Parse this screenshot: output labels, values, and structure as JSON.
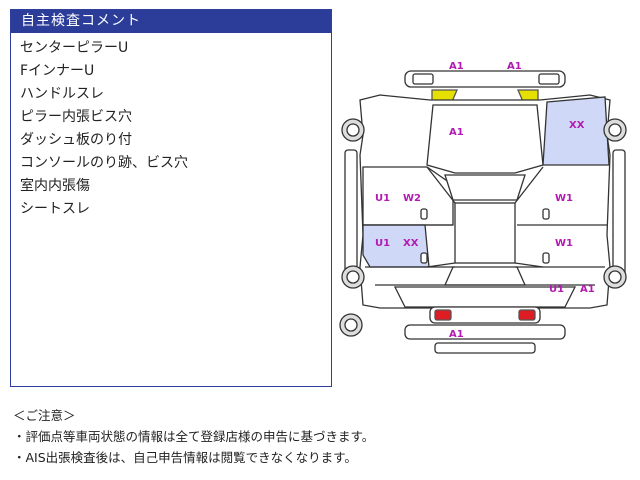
{
  "panel": {
    "title": "自主検査コメント",
    "comments": [
      "センターピラーU",
      "FインナーU",
      "ハンドルスレ",
      "ピラー内張ビス穴",
      "ダッシュ板のり付",
      "コンソールのり跡、ビス穴",
      "室内内張傷",
      "シートスレ"
    ]
  },
  "diagram": {
    "labels": {
      "front_bumper_left": "A1",
      "front_bumper_right": "A1",
      "hood": "A1",
      "front_right_fender": "XX",
      "left_front_door_1": "U1",
      "left_front_door_2": "W2",
      "right_front_door": "W1",
      "left_rear_door_1": "U1",
      "left_rear_door_2": "XX",
      "right_rear_door": "W1",
      "rear_right_1": "U1",
      "rear_right_2": "A1",
      "rear_bumper": "A1"
    },
    "colors": {
      "damage_fill": "#cfd8f7",
      "headlight": "#e6e000",
      "taillight": "#dd1c24",
      "label": "#b21ab2"
    }
  },
  "notes": {
    "heading": "＜ご注意＞",
    "items": [
      "・評価点等車両状態の情報は全て登録店様の申告に基づきます。",
      "・AIS出張検査後は、自己申告情報は閲覧できなくなります。"
    ]
  }
}
